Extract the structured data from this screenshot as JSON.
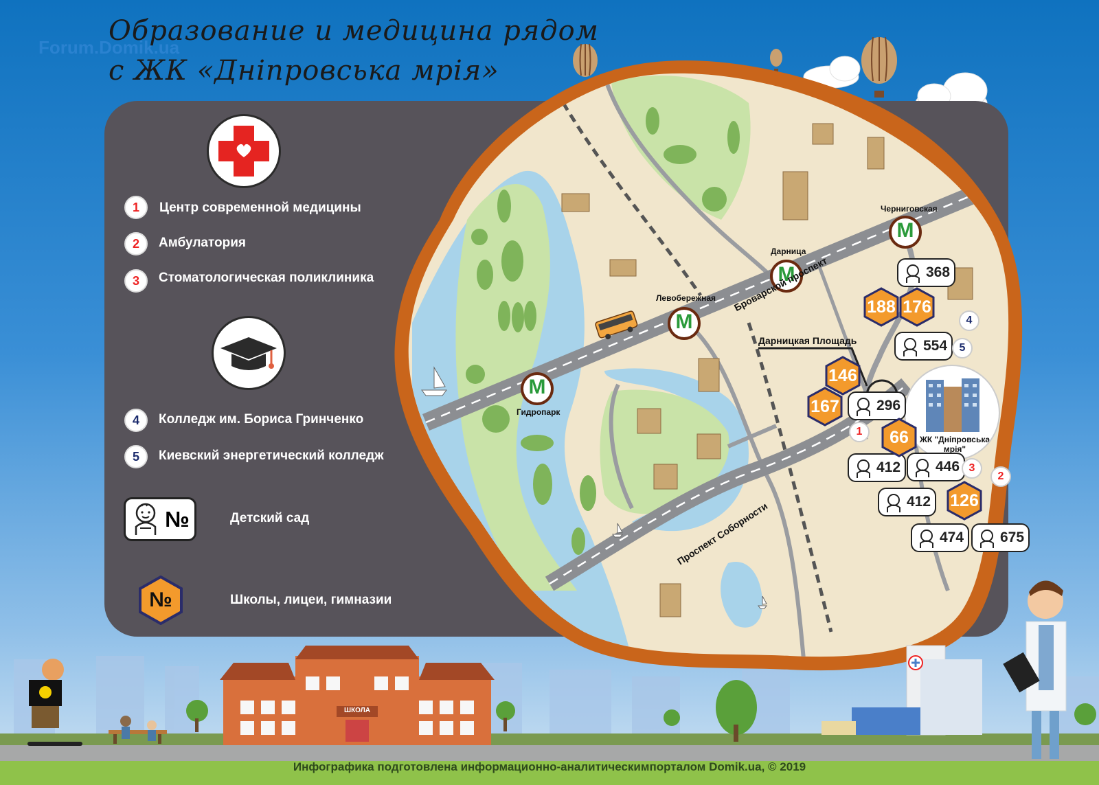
{
  "title": {
    "line1": "Образование и медицина рядом",
    "line2": "с ЖК «Дніпровська мрія»"
  },
  "watermark": "Forum.Domik.ua",
  "legend": {
    "medicine": [
      {
        "num": "1",
        "label": "Центр современной медицины"
      },
      {
        "num": "2",
        "label": "Амбулатория"
      },
      {
        "num": "3",
        "label": "Стоматологическая поликлиника"
      }
    ],
    "education": [
      {
        "num": "4",
        "label": "Колледж им. Бориса Гринченко"
      },
      {
        "num": "5",
        "label": "Киевский энергетический колледж"
      }
    ],
    "kindergarten_symbol": "№",
    "kindergarten_label": "Детский сад",
    "school_symbol": "№",
    "school_label": "Школы, лицеи, гимназии"
  },
  "map": {
    "metro": [
      {
        "name": "Гидропарк"
      },
      {
        "name": "Левобережная"
      },
      {
        "name": "Дарница"
      },
      {
        "name": "Черниговская"
      }
    ],
    "metro_symbol": "M",
    "streets": {
      "brovarskoy": "Броварской проспект",
      "sobornosti": "Проспект Соборности",
      "darnitskaya": "Дарницкая Площадь"
    },
    "complex_label": "ЖК \"Дніпровська мрія\"",
    "kindergartens": [
      "368",
      "554",
      "296",
      "412",
      "446",
      "412",
      "474",
      "675"
    ],
    "schools": [
      "188",
      "176",
      "146",
      "167",
      "66",
      "126"
    ],
    "medical_points": [
      "1",
      "3",
      "2"
    ],
    "education_points": [
      "4",
      "5"
    ]
  },
  "scene": {
    "school_sign": "ШКОЛА"
  },
  "footer": "Инфографика подготовлена информационно-аналитическимпорталом Domik.ua, © 2019",
  "colors": {
    "sky": "#1a7cc4",
    "panel": "#57535a",
    "map_land": "#f1e6cc",
    "map_border": "#c9651b",
    "water": "#a8d3ea",
    "park": "#c9e3a8",
    "road": "#a4a6aa",
    "school_hex": "#f39a2c",
    "school_hex_border": "#2a2c6a",
    "metro_green": "#2a9a3a",
    "medical_red": "#e52421"
  }
}
